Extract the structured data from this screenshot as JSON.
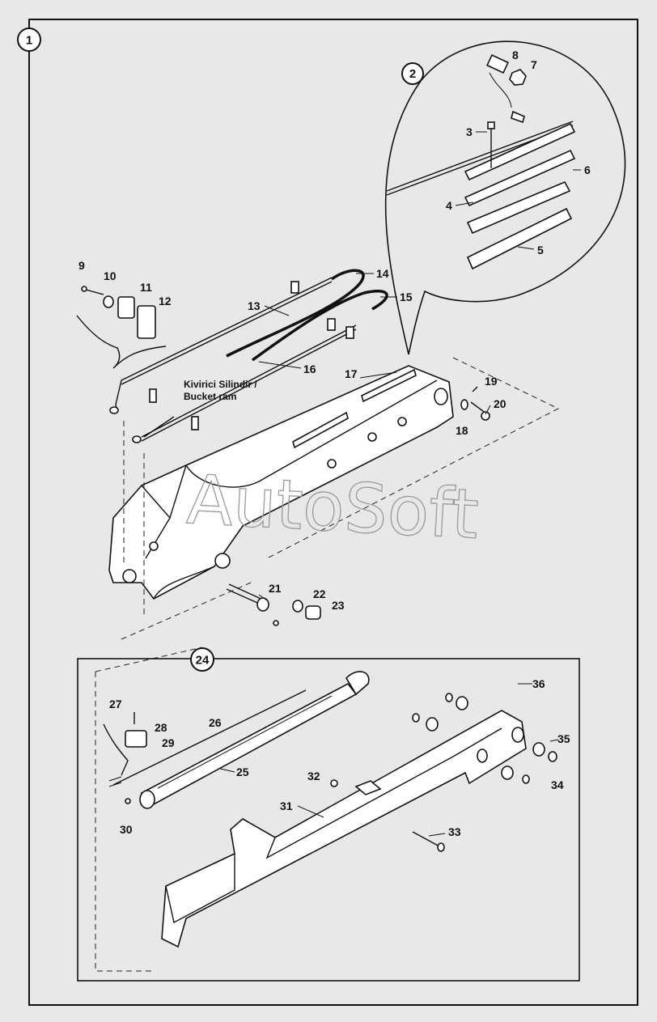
{
  "sections": {
    "main": "1",
    "detail_top": "2",
    "detail_bottom": "24"
  },
  "parts": {
    "p3": "3",
    "p4": "4",
    "p5": "5",
    "p6": "6",
    "p7": "7",
    "p8": "8",
    "p9": "9",
    "p10": "10",
    "p11": "11",
    "p12": "12",
    "p13": "13",
    "p14": "14",
    "p15": "15",
    "p16": "16",
    "p17": "17",
    "p18": "18",
    "p19": "19",
    "p20": "20",
    "p21": "21",
    "p22": "22",
    "p23": "23",
    "p25": "25",
    "p26": "26",
    "p27": "27",
    "p28": "28",
    "p29": "29",
    "p30": "30",
    "p31": "31",
    "p32": "32",
    "p33": "33",
    "p34": "34",
    "p35": "35",
    "p36": "36"
  },
  "annotation": {
    "line1": "Kivirici Silindir /",
    "line2": "Bucket ram"
  },
  "watermark": "AutoSoft"
}
